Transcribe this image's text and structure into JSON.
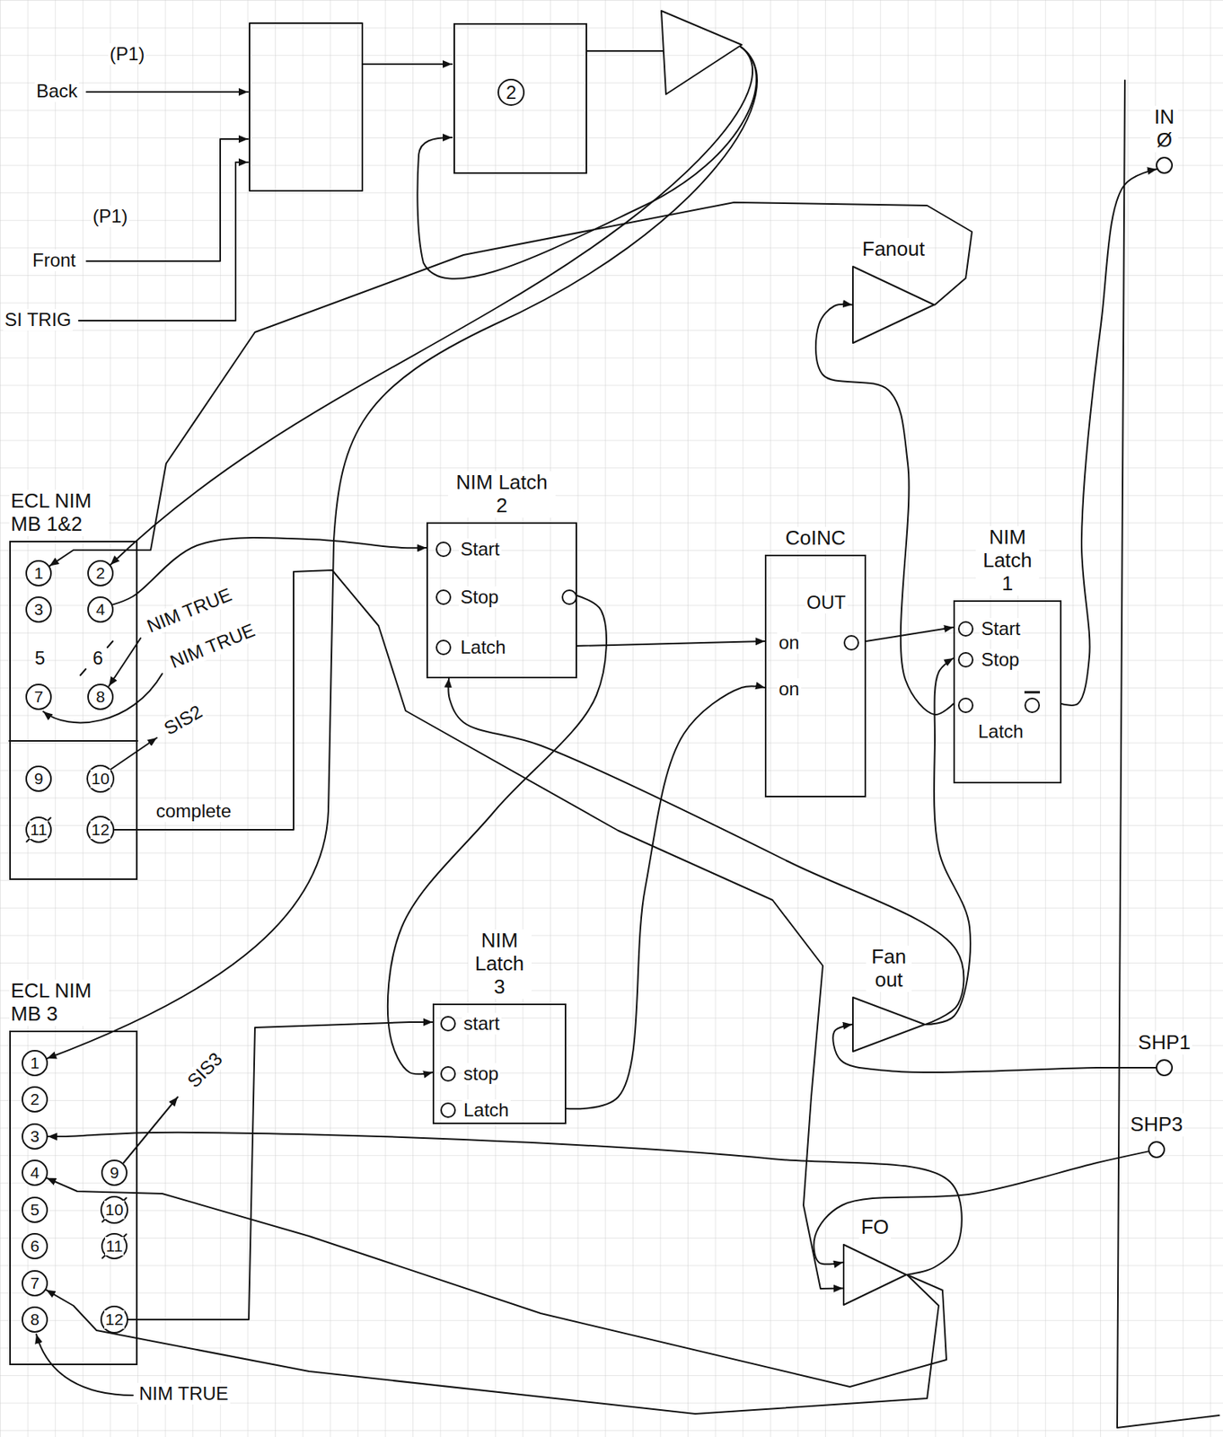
{
  "diagram": {
    "nodes": [
      {
        "text": [
          "2"
        ]
      },
      {
        "text": [
          "IN Ø"
        ]
      },
      {
        "text": [
          "Fanout"
        ]
      },
      {
        "text": [
          "ECL NIM MB 1&2"
        ]
      },
      {
        "text": [
          "1"
        ],
        "in": 3
      },
      {
        "text": [
          "2"
        ],
        "in": 3
      },
      {
        "text": [
          "3"
        ],
        "in": 3
      },
      {
        "text": [
          "4"
        ],
        "in": 3
      },
      {
        "text": [
          "7"
        ],
        "in": 3
      },
      {
        "text": [
          "8"
        ],
        "in": 3
      },
      {
        "text": [
          "9"
        ],
        "in": 3
      },
      {
        "text": [
          "10"
        ],
        "in": 3
      },
      {
        "text": [
          "11"
        ],
        "in": 3
      },
      {
        "text": [
          "12"
        ],
        "in": 3
      },
      {
        "text": [
          "NIM Latch 2",
          "Start",
          "Stop",
          "Latch"
        ]
      },
      {
        "text": [
          "CoINC",
          "OUT",
          "on",
          "on"
        ]
      },
      {
        "text": [
          "NIM Latch 1",
          "Start",
          "Stop",
          "Latch"
        ]
      },
      {
        "text": [
          "ECL NIM MB 3"
        ]
      },
      {
        "text": [
          "1"
        ],
        "in": 17
      },
      {
        "text": [
          "2"
        ],
        "in": 17
      },
      {
        "text": [
          "3"
        ],
        "in": 17
      },
      {
        "text": [
          "4"
        ],
        "in": 17
      },
      {
        "text": [
          "5"
        ],
        "in": 17
      },
      {
        "text": [
          "6"
        ],
        "in": 17
      },
      {
        "text": [
          "7"
        ],
        "in": 17
      },
      {
        "text": [
          "8"
        ],
        "in": 17
      },
      {
        "text": [
          "9"
        ],
        "in": 17
      },
      {
        "text": [
          "10"
        ],
        "in": 17
      },
      {
        "text": [
          "11"
        ],
        "in": 17
      },
      {
        "text": [
          "12"
        ],
        "in": 17
      },
      {
        "text": [
          "NIM Latch 3",
          "start",
          "stop",
          "Latch"
        ]
      },
      {
        "text": [
          "Fan out"
        ]
      },
      {
        "text": [
          "SHP1"
        ]
      },
      {
        "text": [
          "SHP3"
        ]
      },
      {
        "text": [
          "FO"
        ]
      }
    ],
    "edges": [
      {
        "from": 2,
        "to": 4,
        "arrow": "to"
      },
      {
        "from": 16,
        "to": 1,
        "arrow": "to"
      },
      {
        "from": 16,
        "to": 2,
        "arrow": "to"
      },
      {
        "from": 7,
        "to": 14,
        "arrow": "to"
      },
      {
        "from": 13,
        "to": 34,
        "label": "complete",
        "arrow": "to"
      },
      {
        "from": 14,
        "to": 15,
        "arrow": "to"
      },
      {
        "from": 14,
        "to": 30,
        "arrow": "to"
      },
      {
        "from": 30,
        "to": 15,
        "arrow": "to"
      },
      {
        "from": 15,
        "to": 16,
        "arrow": "to"
      },
      {
        "from": 31,
        "to": 16,
        "arrow": "to"
      },
      {
        "from": 31,
        "to": 14,
        "arrow": "to"
      },
      {
        "from": 32,
        "to": 31,
        "arrow": "to"
      },
      {
        "from": 33,
        "to": 34,
        "arrow": "to"
      },
      {
        "from": 34,
        "to": 20,
        "arrow": "to"
      },
      {
        "from": 34,
        "to": 21,
        "arrow": "to"
      },
      {
        "from": 34,
        "to": 24,
        "arrow": "to"
      },
      {
        "from": 29,
        "to": 30,
        "arrow": "to"
      }
    ],
    "labels": [
      "(P1)",
      "Back",
      "(P1)",
      "Front",
      "SI TRIG",
      "5",
      "6",
      "NIM TRUE",
      "NIM TRUE",
      "SIS2",
      "SIS3",
      "NIM TRUE"
    ]
  }
}
